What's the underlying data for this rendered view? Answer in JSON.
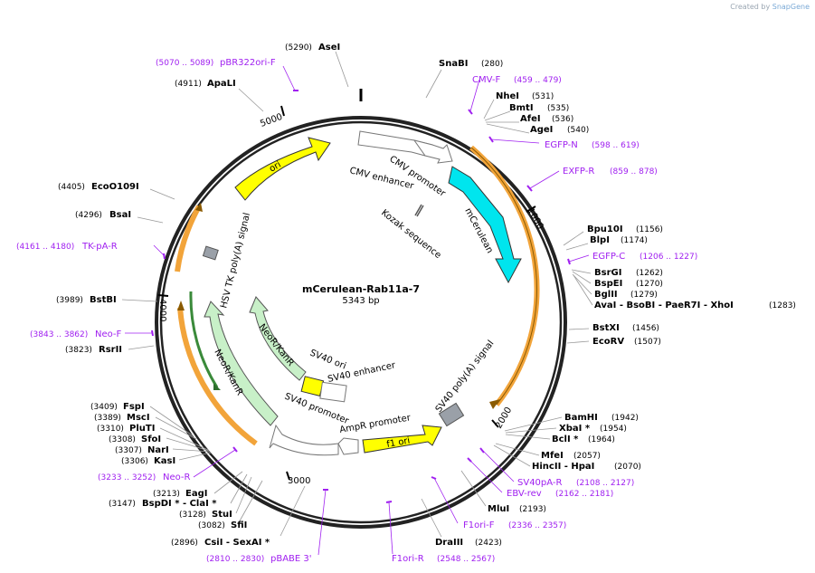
{
  "credit": {
    "prefix": "Created by",
    "brand": "SnapGene"
  },
  "plasmid": {
    "name": "mCerulean-Rab11a-7",
    "size": "5343 bp"
  },
  "ticks": [
    "1000",
    "2000",
    "3000",
    "4000",
    "5000"
  ],
  "features": [
    {
      "name": "mCerulean",
      "color": "#00e5ee"
    },
    {
      "name": "ori",
      "color": "#ffff00"
    },
    {
      "name": "f1 ori",
      "color": "#ffff00"
    },
    {
      "name": "NeoR/KanR",
      "color": "#c8f0c8"
    },
    {
      "name": "SV40 ori",
      "color": "#ffff00"
    },
    {
      "name": "CMV enhancer"
    },
    {
      "name": "CMV promoter"
    },
    {
      "name": "SV40 promoter"
    },
    {
      "name": "SV40 enhancer"
    },
    {
      "name": "AmpR promoter"
    },
    {
      "name": "SV40 poly(A) signal"
    },
    {
      "name": "HSV TK poly(A) signal"
    },
    {
      "name": "Kozak sequence"
    }
  ],
  "enzymes": [
    {
      "pos": "(5290)",
      "name": "AseI"
    },
    {
      "pos": "(280)",
      "name": "SnaBI"
    },
    {
      "pos": "(4911)",
      "name": "ApaLI"
    },
    {
      "pos": "(531)",
      "name": "NheI"
    },
    {
      "pos": "(535)",
      "name": "BmtI"
    },
    {
      "pos": "(536)",
      "name": "AfeI"
    },
    {
      "pos": "(540)",
      "name": "AgeI"
    },
    {
      "pos": "(4405)",
      "name": "EcoO109I"
    },
    {
      "pos": "(4296)",
      "name": "BsaI"
    },
    {
      "pos": "(1156)",
      "name": "Bpu10I"
    },
    {
      "pos": "(1174)",
      "name": "BlpI"
    },
    {
      "pos": "(1262)",
      "name": "BsrGI"
    },
    {
      "pos": "(1270)",
      "name": "BspEI"
    },
    {
      "pos": "(1279)",
      "name": "BglII"
    },
    {
      "pos": "(1283)",
      "name": "AvaI - BsoBI - PaeR7I - XhoI"
    },
    {
      "pos": "(3989)",
      "name": "BstBI"
    },
    {
      "pos": "(1456)",
      "name": "BstXI"
    },
    {
      "pos": "(1507)",
      "name": "EcoRV"
    },
    {
      "pos": "(3823)",
      "name": "RsrII"
    },
    {
      "pos": "(3409)",
      "name": "FspI"
    },
    {
      "pos": "(3389)",
      "name": "MscI"
    },
    {
      "pos": "(3310)",
      "name": "PluTI"
    },
    {
      "pos": "(3308)",
      "name": "SfoI"
    },
    {
      "pos": "(3307)",
      "name": "NarI"
    },
    {
      "pos": "(3306)",
      "name": "KasI"
    },
    {
      "pos": "(1942)",
      "name": "BamHI"
    },
    {
      "pos": "(1954)",
      "name": "XbaI *"
    },
    {
      "pos": "(1964)",
      "name": "BclI *"
    },
    {
      "pos": "(2057)",
      "name": "MfeI"
    },
    {
      "pos": "(2070)",
      "name": "HincII - HpaI"
    },
    {
      "pos": "(3213)",
      "name": "EagI"
    },
    {
      "pos": "(3147)",
      "name": "BspDI * - ClaI *"
    },
    {
      "pos": "(3128)",
      "name": "StuI"
    },
    {
      "pos": "(3082)",
      "name": "SfiI"
    },
    {
      "pos": "(2896)",
      "name": "CsiI - SexAI *"
    },
    {
      "pos": "(2193)",
      "name": "MluI"
    },
    {
      "pos": "(2423)",
      "name": "DraIII"
    }
  ],
  "primers": [
    {
      "range": "(5070 .. 5089)",
      "name": "pBR322ori-F"
    },
    {
      "range": "(459 .. 479)",
      "name": "CMV-F"
    },
    {
      "range": "(598 .. 619)",
      "name": "EGFP-N"
    },
    {
      "range": "(859 .. 878)",
      "name": "EXFP-R"
    },
    {
      "range": "(4161 .. 4180)",
      "name": "TK-pA-R"
    },
    {
      "range": "(1206 .. 1227)",
      "name": "EGFP-C"
    },
    {
      "range": "(3843 .. 3862)",
      "name": "Neo-F"
    },
    {
      "range": "(3233 .. 3252)",
      "name": "Neo-R"
    },
    {
      "range": "(2108 .. 2127)",
      "name": "SV40pA-R"
    },
    {
      "range": "(2162 .. 2181)",
      "name": "EBV-rev"
    },
    {
      "range": "(2336 .. 2357)",
      "name": "F1ori-F"
    },
    {
      "range": "(2810 .. 2830)",
      "name": "pBABE 3'"
    },
    {
      "range": "(2548 .. 2567)",
      "name": "F1ori-R"
    }
  ]
}
